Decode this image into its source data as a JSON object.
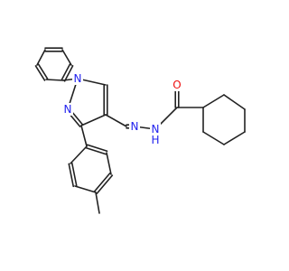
{
  "molecule": {
    "colors": {
      "bond": "#222222",
      "N": "#2222ee",
      "O": "#ee1111"
    },
    "atom_labels": [
      {
        "id": "N1",
        "text": "N",
        "element": "N"
      },
      {
        "id": "N2",
        "text": "N",
        "element": "N"
      },
      {
        "id": "N3",
        "text": "N",
        "element": "N"
      },
      {
        "id": "NH",
        "text": "N",
        "element": "N"
      },
      {
        "id": "H",
        "text": "H",
        "element": "N"
      },
      {
        "id": "O",
        "text": "O",
        "element": "O"
      }
    ]
  }
}
